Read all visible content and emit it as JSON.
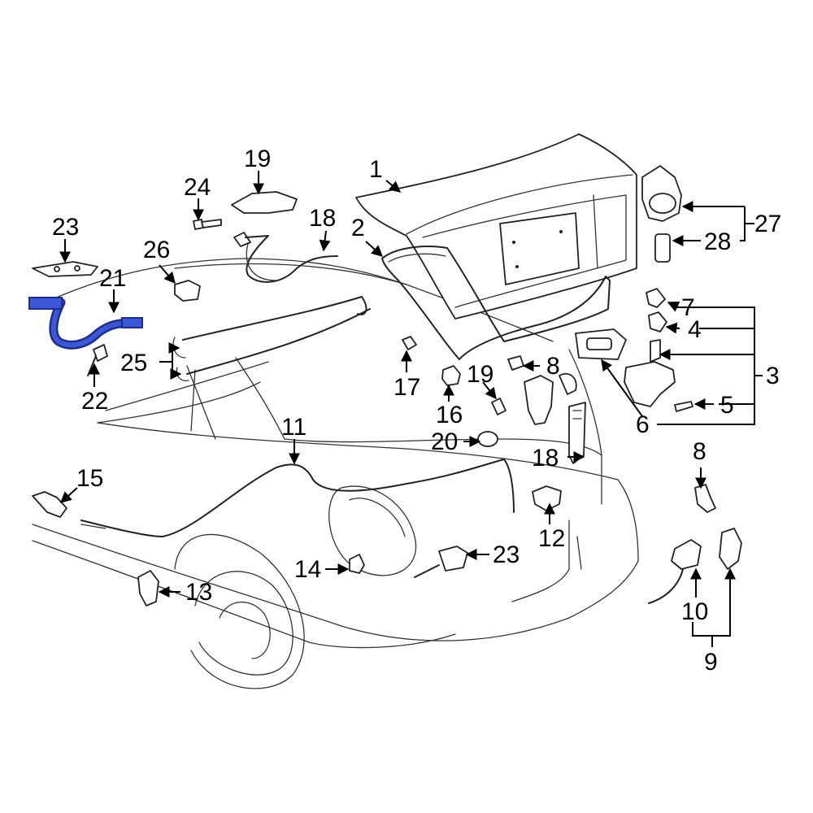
{
  "highlight_color": "#3d56d6",
  "callouts": {
    "c1": "1",
    "c2": "2",
    "c3": "3",
    "c4": "4",
    "c5": "5",
    "c6": "6",
    "c7": "7",
    "c8a": "8",
    "c8b": "8",
    "c9": "9",
    "c10": "10",
    "c11": "11",
    "c12": "12",
    "c13": "13",
    "c14": "14",
    "c15": "15",
    "c16": "16",
    "c17": "17",
    "c18a": "18",
    "c18b": "18",
    "c19a": "19",
    "c19b": "19",
    "c20": "20",
    "c21": "21",
    "c22": "22",
    "c23a": "23",
    "c23b": "23",
    "c24": "24",
    "c25": "25",
    "c26": "26",
    "c27": "27",
    "c28": "28"
  }
}
